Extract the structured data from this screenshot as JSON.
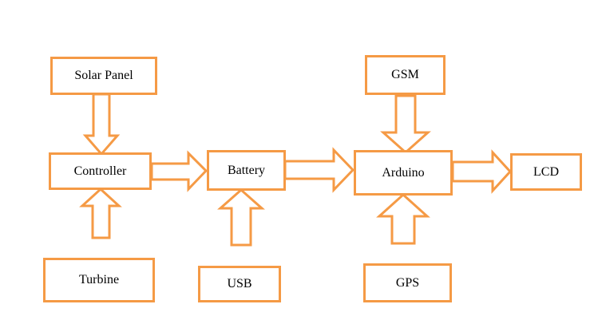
{
  "colors": {
    "stroke": "#F59A45",
    "fill": "#ffffff",
    "text": "#000000"
  },
  "blocks": {
    "solar_panel": "Solar Panel",
    "controller": "Controller",
    "turbine": "Turbine",
    "battery": "Battery",
    "usb": "USB",
    "arduino": "Arduino",
    "gsm": "GSM",
    "gps": "GPS",
    "lcd": "LCD"
  },
  "connections": [
    {
      "from": "Solar Panel",
      "to": "Controller"
    },
    {
      "from": "Turbine",
      "to": "Controller"
    },
    {
      "from": "Controller",
      "to": "Battery"
    },
    {
      "from": "USB",
      "to": "Battery"
    },
    {
      "from": "Battery",
      "to": "Arduino"
    },
    {
      "from": "GSM",
      "to": "Arduino"
    },
    {
      "from": "GPS",
      "to": "Arduino"
    },
    {
      "from": "Arduino",
      "to": "LCD"
    }
  ]
}
